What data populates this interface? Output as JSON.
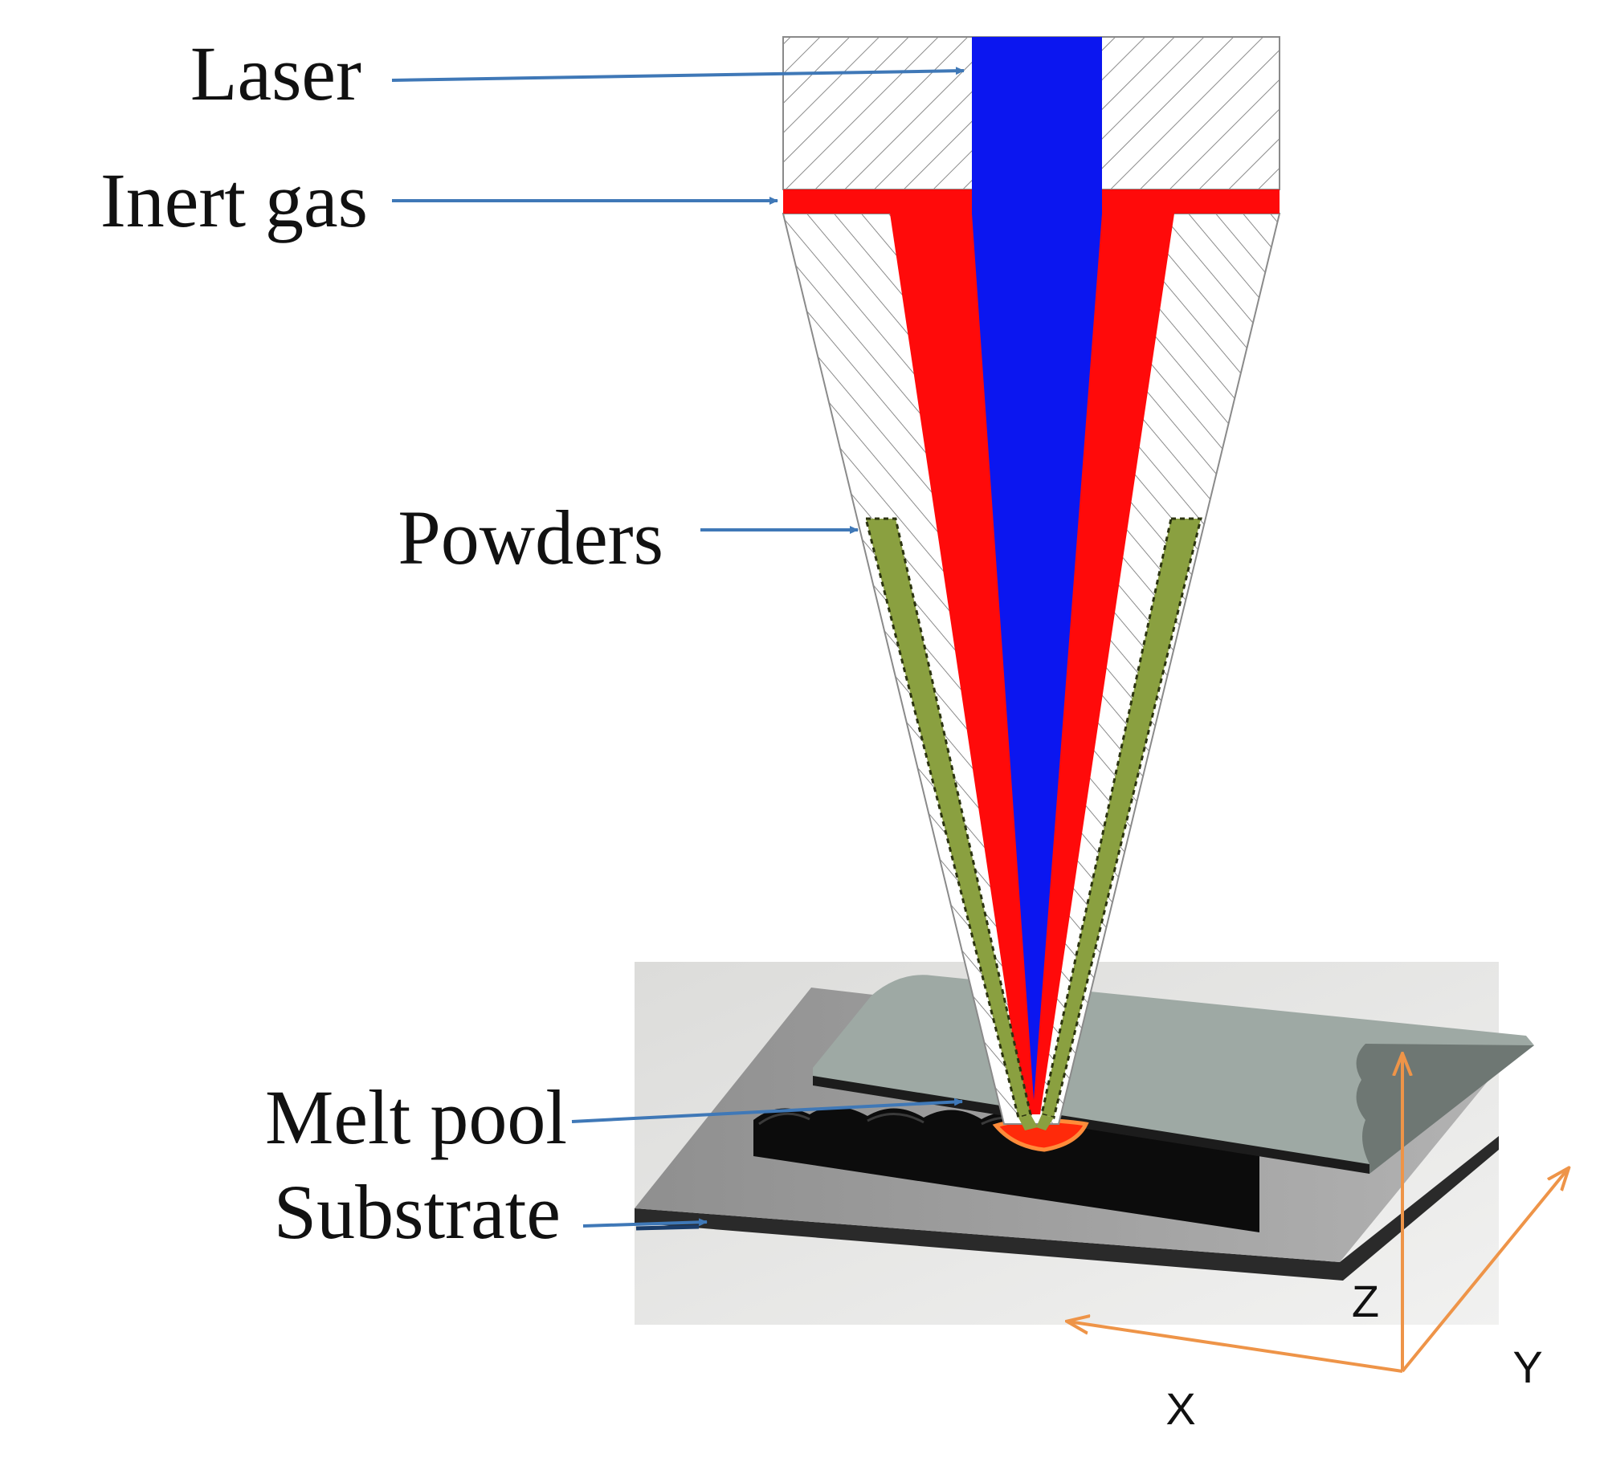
{
  "labels": {
    "laser": "Laser",
    "inert_gas": "Inert gas",
    "powders": "Powders",
    "melt_pool": "Melt pool",
    "substrate": "Substrate"
  },
  "axes": {
    "x": "X",
    "y": "Y",
    "z": "Z"
  },
  "colors": {
    "laser_beam": "#0b16f0",
    "inert_gas": "#ff0a0a",
    "powder": "#8aa040",
    "pointer_arrow": "#3f78b7",
    "axis_arrow": "#ee9448",
    "melt_pool": "#ff2a0a",
    "deposit_track": "#9ea9a4",
    "substrate_top": "#9a9a9a"
  }
}
